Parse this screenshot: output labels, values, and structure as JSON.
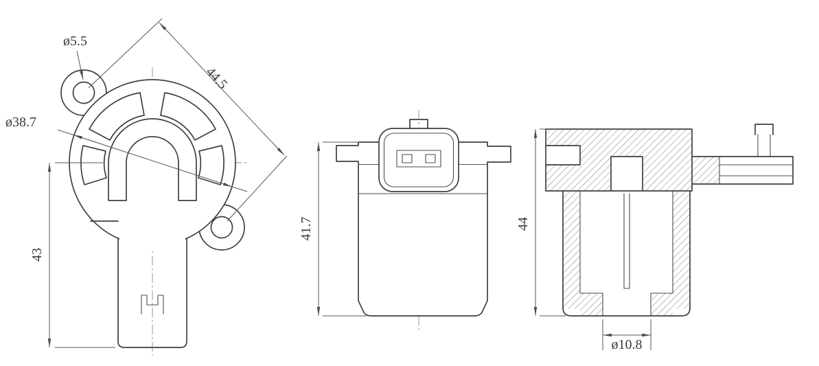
{
  "drawing": {
    "background_color": "#ffffff",
    "outline_color": "#3f3f3f",
    "dimension_color": "#555555",
    "views": {
      "front": {
        "dimensions": {
          "ear_hole_diameter": "ø5.5",
          "mounting_hole_spacing": "44.5",
          "flange_diameter": "ø38.7",
          "body_height_from_center": "43"
        }
      },
      "side": {
        "dimensions": {
          "overall_height": "41.7"
        }
      },
      "section": {
        "dimensions": {
          "overall_height": "44",
          "bore_diameter": "ø10.8"
        }
      }
    }
  }
}
